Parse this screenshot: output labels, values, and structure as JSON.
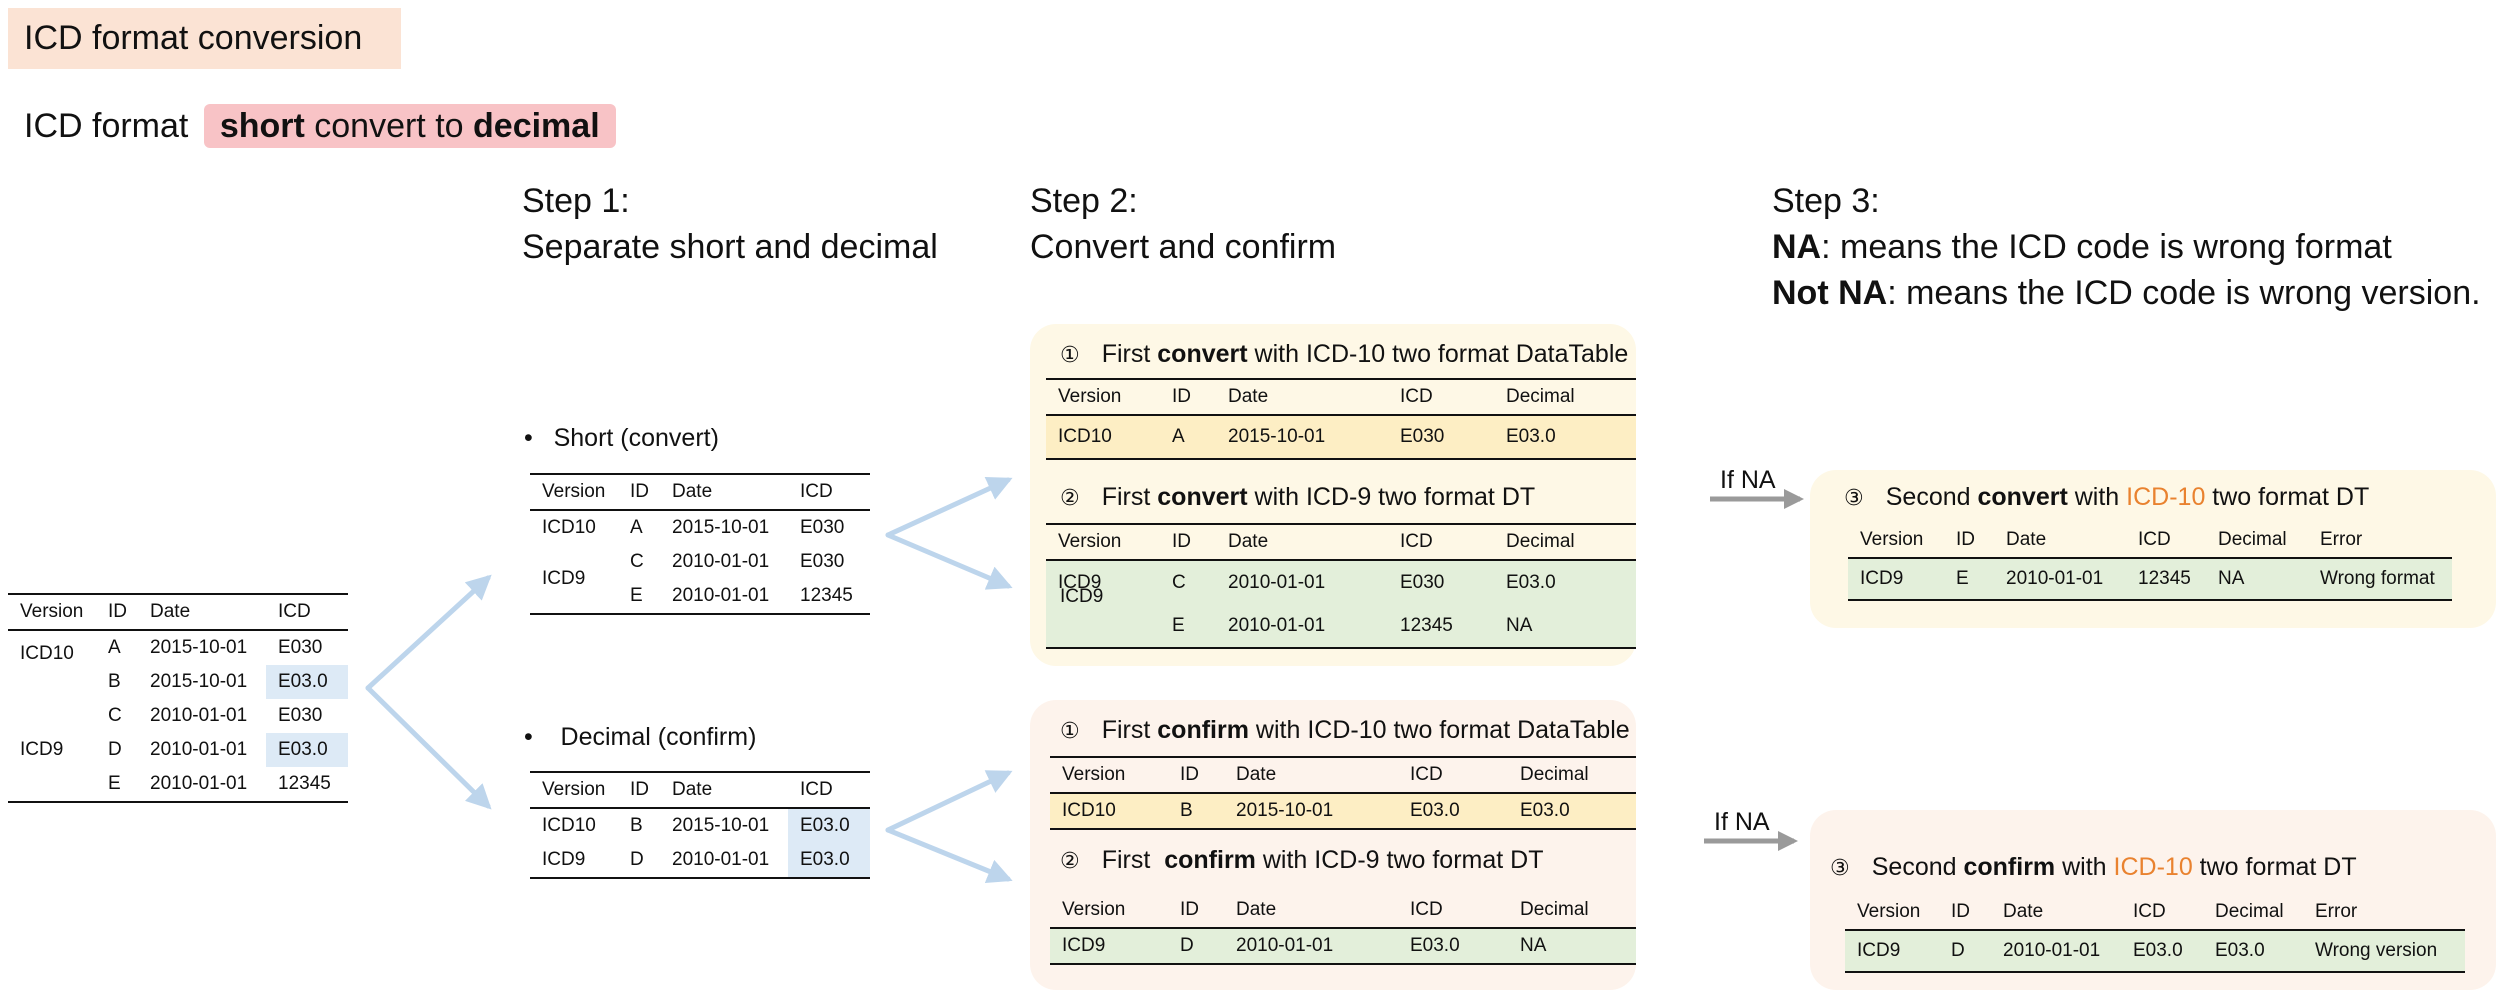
{
  "title": "ICD format conversion",
  "subtitle": {
    "prefix": "ICD format",
    "short": "short",
    "convert_to": " convert to ",
    "decimal": "decimal"
  },
  "input_table": {
    "headers": [
      "Version",
      "ID",
      "Date",
      "ICD"
    ],
    "rows": [
      [
        "ICD10",
        "A",
        "2015-10-01",
        "E030"
      ],
      [
        "",
        "B",
        "2015-10-01",
        "E03.0"
      ],
      [
        "",
        "C",
        "2010-01-01",
        "E030"
      ],
      [
        "ICD9",
        "D",
        "2010-01-01",
        "E03.0"
      ],
      [
        "",
        "E",
        "2010-01-01",
        "12345"
      ]
    ]
  },
  "step1": {
    "line1": "Step 1:",
    "line2": "Separate short and decimal",
    "short_label": "Short (convert)",
    "decimal_label": "Decimal (confirm)",
    "short_table": {
      "headers": [
        "Version",
        "ID",
        "Date",
        "ICD"
      ],
      "rows": [
        [
          "ICD10",
          "A",
          "2015-10-01",
          "E030"
        ],
        [
          "ICD9",
          "C",
          "2010-01-01",
          "E030"
        ],
        [
          "",
          "E",
          "2010-01-01",
          "12345"
        ]
      ]
    },
    "decimal_table": {
      "headers": [
        "Version",
        "ID",
        "Date",
        "ICD"
      ],
      "rows": [
        [
          "ICD10",
          "B",
          "2015-10-01",
          "E03.0"
        ],
        [
          "ICD9",
          "D",
          "2010-01-01",
          "E03.0"
        ]
      ]
    }
  },
  "step2": {
    "line1": "Step 2:",
    "line2": "Convert and confirm",
    "convert_icd10": {
      "num": "①",
      "pre": "First ",
      "bold": "convert",
      "post": " with ICD-10 two format DataTable",
      "headers": [
        "Version",
        "ID",
        "Date",
        "ICD",
        "Decimal"
      ],
      "rows": [
        [
          "ICD10",
          "A",
          "2015-10-01",
          "E030",
          "E03.0"
        ]
      ]
    },
    "convert_icd9": {
      "num": "②",
      "pre": "First ",
      "bold": "convert",
      "post": " with ICD-9 two format DT",
      "headers": [
        "Version",
        "ID",
        "Date",
        "ICD",
        "Decimal"
      ],
      "rows": [
        [
          "ICD9",
          "C",
          "2010-01-01",
          "E030",
          "E03.0"
        ],
        [
          "",
          "E",
          "2010-01-01",
          "12345",
          "NA"
        ]
      ]
    },
    "confirm_icd10": {
      "num": "①",
      "pre": "First ",
      "bold": "confirm",
      "post": " with ICD-10 two format DataTable",
      "headers": [
        "Version",
        "ID",
        "Date",
        "ICD",
        "Decimal"
      ],
      "rows": [
        [
          "ICD10",
          "B",
          "2015-10-01",
          "E03.0",
          "E03.0"
        ]
      ]
    },
    "confirm_icd9": {
      "num": "②",
      "pre": "First  ",
      "bold": "confirm",
      "post": " with ICD-9 two format DT",
      "headers": [
        "Version",
        "ID",
        "Date",
        "ICD",
        "Decimal"
      ],
      "rows": [
        [
          "ICD9",
          "D",
          "2010-01-01",
          "E03.0",
          "NA"
        ]
      ]
    }
  },
  "step3": {
    "line1": "Step 3:",
    "na_bold": "NA",
    "na_text": ": means the ICD code is wrong format",
    "notna_bold": "Not NA",
    "notna_text": ": means the ICD code is wrong version.",
    "if_na": "If NA",
    "second_convert": {
      "num": "③",
      "pre": "Second ",
      "bold": "convert",
      "mid": " with ",
      "orange": "ICD-10",
      "post": " two format DT",
      "headers": [
        "Version",
        "ID",
        "Date",
        "ICD",
        "Decimal",
        "Error"
      ],
      "rows": [
        [
          "ICD9",
          "E",
          "2010-01-01",
          "12345",
          "NA",
          "Wrong format"
        ]
      ]
    },
    "second_confirm": {
      "num": "③",
      "pre": "Second ",
      "bold": "confirm",
      "mid": " with ",
      "orange": "ICD-10",
      "post": " two format DT",
      "headers": [
        "Version",
        "ID",
        "Date",
        "ICD",
        "Decimal",
        "Error"
      ],
      "rows": [
        [
          "ICD9",
          "D",
          "2010-01-01",
          "E03.0",
          "E03.0",
          "Wrong version"
        ]
      ]
    }
  },
  "colors": {
    "title_bg": "#fbe3d4",
    "pill": "#f8c3c6",
    "panel_yellow": "#fef8e6",
    "panel_peach": "#fdf3ec",
    "row_yellow": "#fdeec4",
    "row_green": "#e3efda",
    "highlight_blue": "#ddeaf6",
    "arrow_blue": "#bdd5ec",
    "arrow_gray": "#9a9a9a",
    "orange": "#e9822f"
  }
}
